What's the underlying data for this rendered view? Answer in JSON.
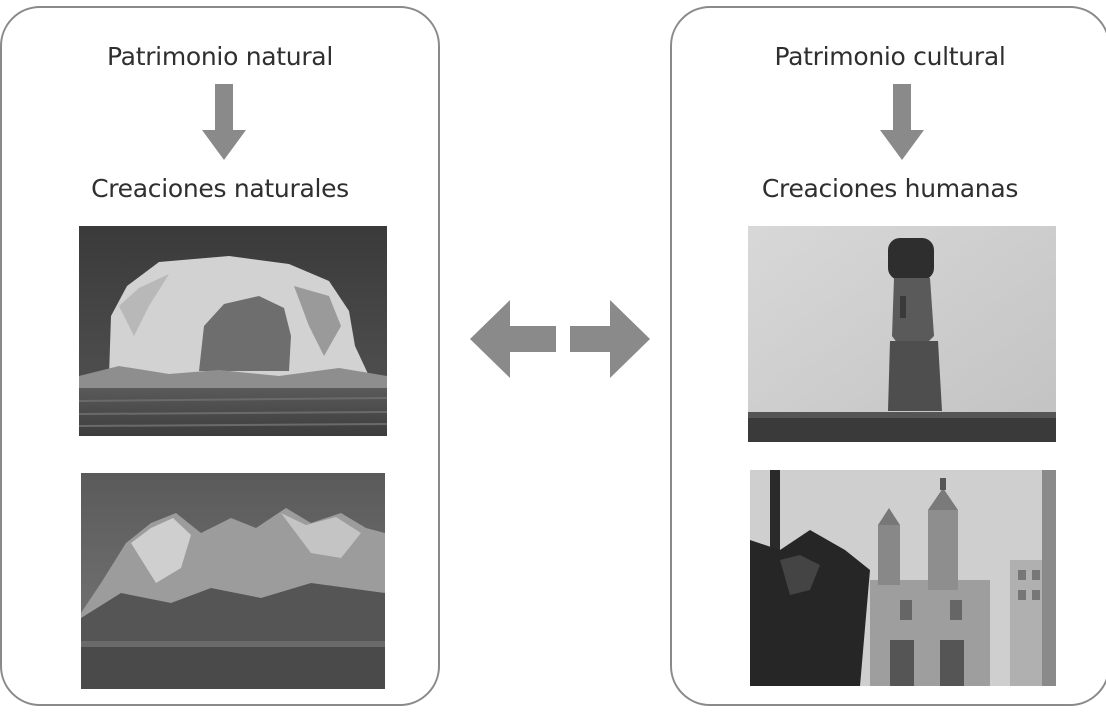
{
  "left_panel": {
    "heading": "Patrimonio natural",
    "subheading": "Creaciones naturales",
    "photos": [
      "coastal-rock-arch-photo",
      "mountain-peaks-photo"
    ]
  },
  "right_panel": {
    "heading": "Patrimonio cultural",
    "subheading": "Creaciones humanas",
    "photos": [
      "moai-statue-photo",
      "cathedral-photo"
    ]
  },
  "connector": {
    "icon": "bidirectional-arrow-icon"
  },
  "colors": {
    "arrow": "#8a8a8a",
    "border": "#8a8a8a",
    "text": "#2f2f2f"
  }
}
